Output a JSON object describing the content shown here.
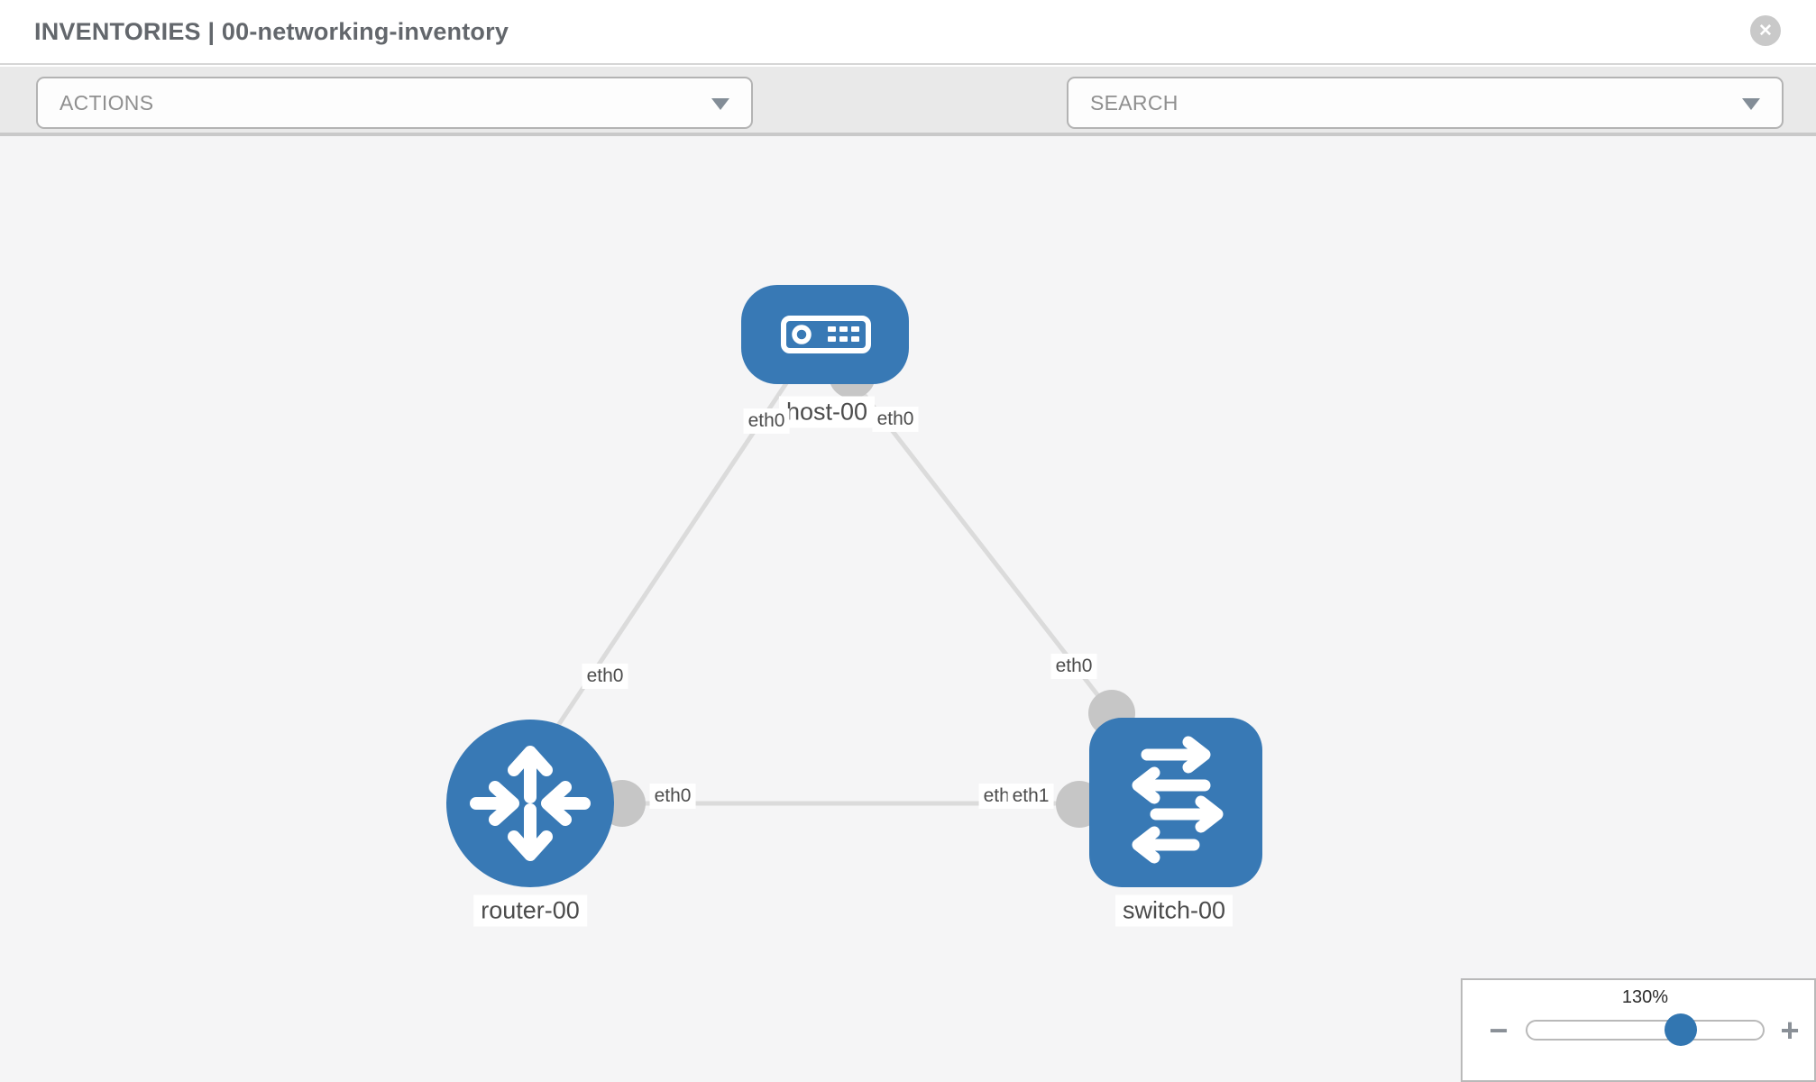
{
  "header": {
    "title": "INVENTORIES | 00-networking-inventory"
  },
  "icons": {
    "close": "✕",
    "dropdown_arrow": "caret-down",
    "toolbar": [
      "wrench-icon",
      "key-icon"
    ]
  },
  "toolbar": {
    "actions_label": "ACTIONS",
    "search_placeholder": "SEARCH"
  },
  "topology": {
    "nodes": [
      {
        "id": "host-00",
        "label": "host-00",
        "type": "host"
      },
      {
        "id": "router-00",
        "label": "router-00",
        "type": "router"
      },
      {
        "id": "switch-00",
        "label": "switch-00",
        "type": "switch"
      }
    ],
    "links": [
      {
        "source": "host-00",
        "target": "router-00",
        "source_port": "eth0",
        "target_port": "eth0"
      },
      {
        "source": "host-00",
        "target": "switch-00",
        "source_port": "eth0",
        "target_port": "eth0"
      },
      {
        "source": "router-00",
        "target": "switch-00",
        "source_port": "eth0",
        "target_port": "eth1",
        "target_port_overlapped": "eth0"
      }
    ]
  },
  "zoom_control": {
    "value_label": "130%",
    "percent": 130,
    "zoom_out_icon": "−",
    "zoom_in_icon": "+"
  },
  "colors": {
    "node_fill": "#3879b5",
    "link": "#dbdbdb",
    "connector": "#c6c6c6",
    "toolbar_bg": "#e9e9e9",
    "canvas_bg": "#f5f5f6",
    "accent": "#3276b1"
  }
}
